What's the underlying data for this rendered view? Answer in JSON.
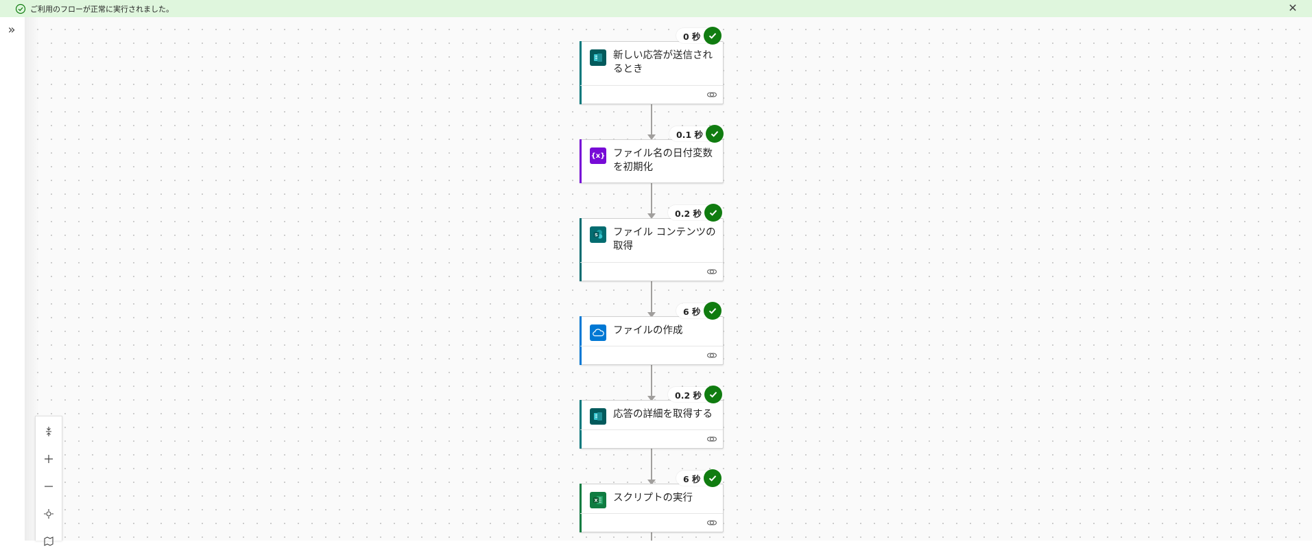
{
  "banner": {
    "message": "ご利用のフローが正常に実行されました。",
    "success_color": "#107c10"
  },
  "rail": {
    "expand_glyph": "»"
  },
  "steps": [
    {
      "title": "新しい応答が送信されるとき",
      "duration": "0 秒",
      "icon": "forms-icon",
      "accent": "#03787c",
      "has_footer": true
    },
    {
      "title": "ファイル名の日付変数を初期化",
      "duration": "0.1 秒",
      "icon": "variable-icon",
      "accent": "#770bd6",
      "has_footer": false
    },
    {
      "title": "ファイル コンテンツの取得",
      "duration": "0.2 秒",
      "icon": "sharepoint-icon",
      "accent": "#036c70",
      "has_footer": true
    },
    {
      "title": "ファイルの作成",
      "duration": "6 秒",
      "icon": "onedrive-icon",
      "accent": "#0078d4",
      "has_footer": true
    },
    {
      "title": "応答の詳細を取得する",
      "duration": "0.2 秒",
      "icon": "forms-icon",
      "accent": "#03787c",
      "has_footer": true
    },
    {
      "title": "スクリプトの実行",
      "duration": "6 秒",
      "icon": "excel-icon",
      "accent": "#107c41",
      "has_footer": true
    }
  ]
}
